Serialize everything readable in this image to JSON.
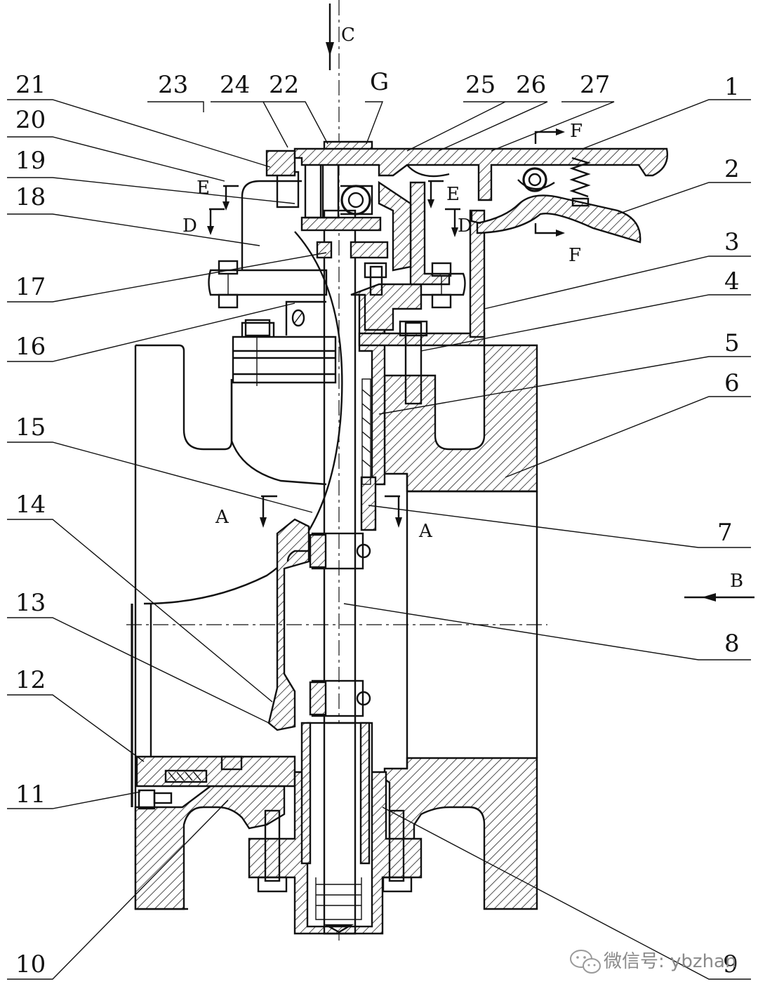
{
  "section_labels": {
    "C": "C",
    "B": "B",
    "G": "G",
    "A_left": "A",
    "A_right": "A",
    "D_left": "D",
    "D_right": "D",
    "E_left": "E",
    "E_right": "E",
    "F_top": "F",
    "F_bottom": "F"
  },
  "part_numbers": {
    "p1": "1",
    "p2": "2",
    "p3": "3",
    "p4": "4",
    "p5": "5",
    "p6": "6",
    "p7": "7",
    "p8": "8",
    "p9": "9",
    "p10": "10",
    "p11": "11",
    "p12": "12",
    "p13": "13",
    "p14": "14",
    "p15": "15",
    "p16": "16",
    "p17": "17",
    "p18": "18",
    "p19": "19",
    "p20": "20",
    "p21": "21",
    "p22": "22",
    "p23": "23",
    "p24": "24",
    "p25": "25",
    "p26": "26",
    "p27": "27"
  },
  "watermark": {
    "text": "微信号: ybzhan",
    "icon": "wechat-icon"
  }
}
